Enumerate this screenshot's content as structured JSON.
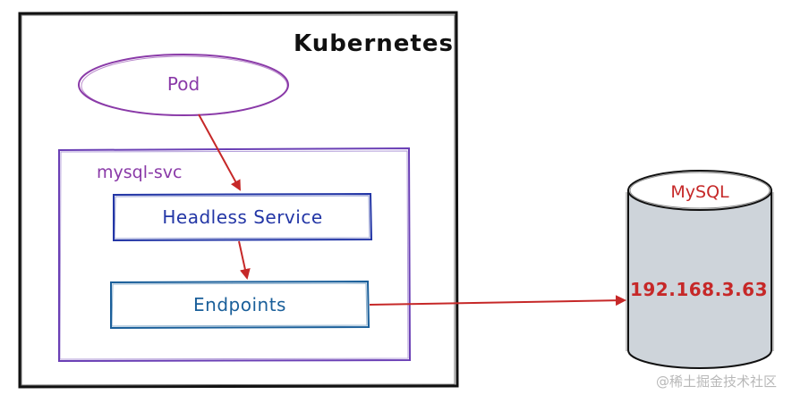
{
  "diagram": {
    "cluster": {
      "label": "Kubernetes"
    },
    "pod": {
      "label": "Pod"
    },
    "service_group": {
      "label": "mysql-svc"
    },
    "headless_service": {
      "label": "Headless Service"
    },
    "endpoints": {
      "label": "Endpoints"
    },
    "database": {
      "label": "MySQL",
      "ip": "192.168.3.63"
    },
    "watermark": "@稀土掘金技术社区",
    "colors": {
      "cluster_border": "#111111",
      "pod": "#8a3aa8",
      "service_group": "#6a3fb5",
      "headless": "#2336a6",
      "endpoints": "#1a5f9a",
      "arrow": "#c62828",
      "db_fill": "#ced4da",
      "db_border": "#111111"
    }
  }
}
